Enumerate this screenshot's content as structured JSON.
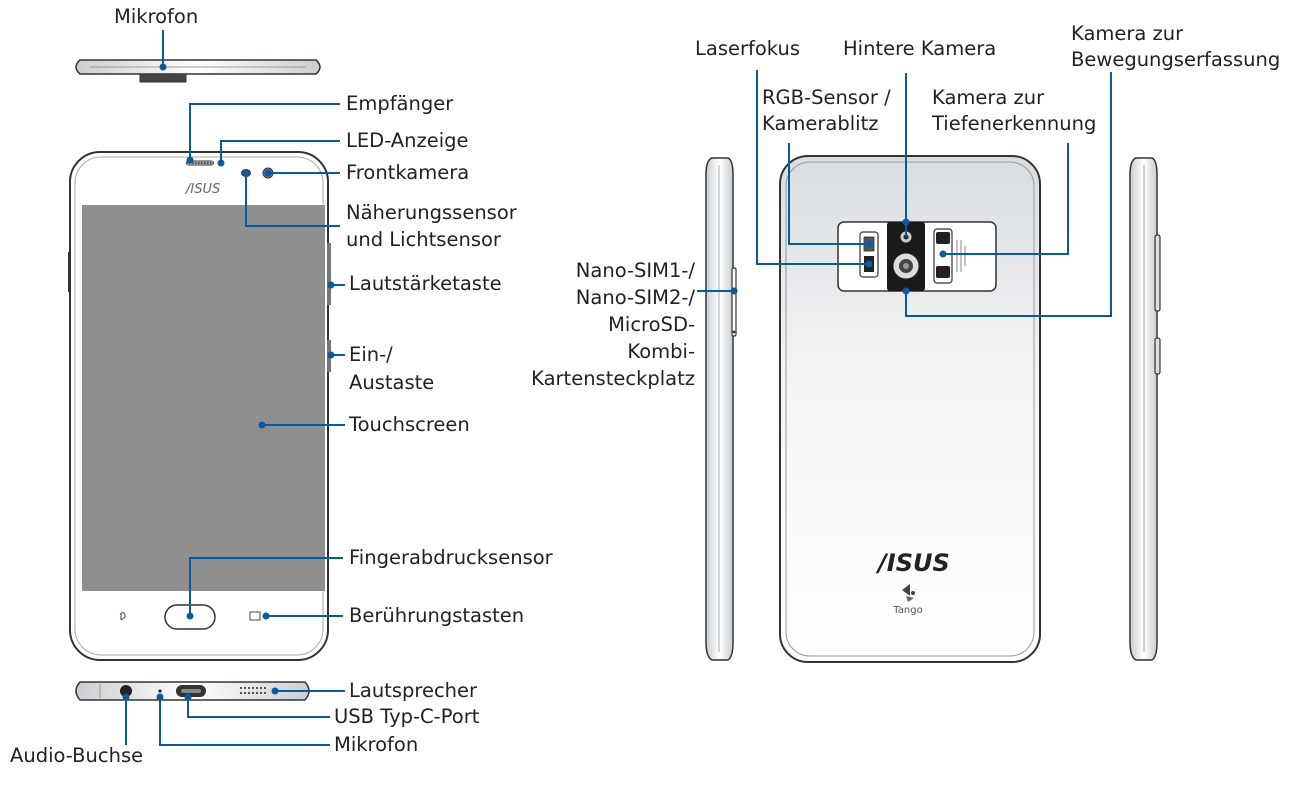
{
  "labels": {
    "top_microphone": "Mikrofon",
    "receiver": "Empfänger",
    "led": "LED-Anzeige",
    "front_camera": "Frontkamera",
    "proximity_1": "Näherungssensor",
    "proximity_2": "und Lichtsensor",
    "volume": "Lautstärketaste",
    "power_1": "Ein-/",
    "power_2": "Austaste",
    "touchscreen": "Touchscreen",
    "fingerprint": "Fingerabdrucksensor",
    "touch_keys": "Berührungstasten",
    "speaker": "Lautsprecher",
    "usb": "USB Typ-C-Port",
    "bottom_microphone": "Mikrofon",
    "audio_jack": "Audio-Buchse",
    "laser": "Laserfokus",
    "rear_camera": "Hintere Kamera",
    "motion_1": "Kamera zur",
    "motion_2": "Bewegungserfassung",
    "rgb_1": "RGB-Sensor /",
    "rgb_2": "Kamerablitz",
    "depth_1": "Kamera zur",
    "depth_2": "Tiefenerkennung",
    "sim_1": "Nano-SIM1-/",
    "sim_2": "Nano-SIM2-/",
    "sim_3": "MicroSD-",
    "sim_4": "Kombi-",
    "sim_5": "Kartensteckplatz"
  },
  "printed_marks": {
    "front_logo": "/ISUS",
    "back_logo": "/ISUS",
    "back_badge": "Tango"
  },
  "colors": {
    "callout": "#0b5aa0",
    "outline": "#333333",
    "screen": "#8f8f8f",
    "camera_module": "#1a1a1a"
  }
}
